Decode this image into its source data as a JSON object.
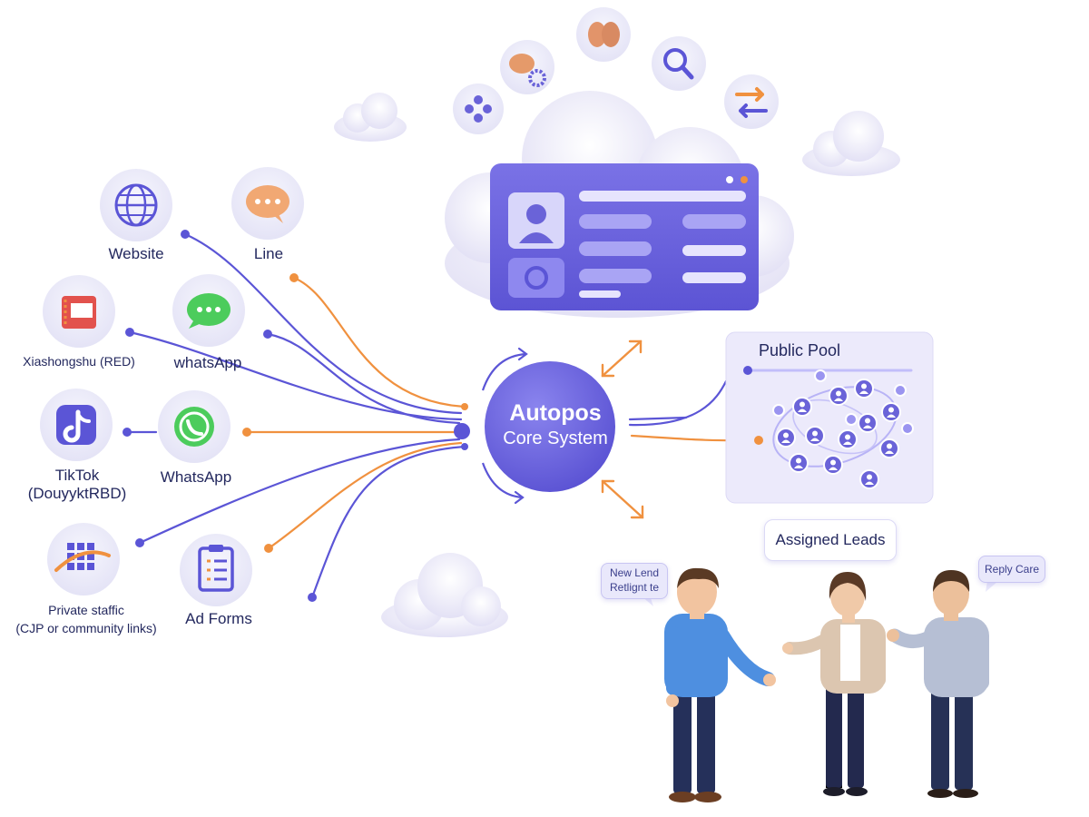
{
  "sources": [
    {
      "label": "Website"
    },
    {
      "label": "Line"
    },
    {
      "label": "Xiashongshu (RED)"
    },
    {
      "label": "whatsApp"
    },
    {
      "label": "TikTok"
    },
    {
      "label": "(DouyyktRBD)"
    },
    {
      "label": "WhatsApp"
    },
    {
      "label": "Private staffic"
    },
    {
      "label": "(CJP or community links)"
    },
    {
      "label": "Ad Forms"
    }
  ],
  "core": {
    "title": "Autopos",
    "subtitle": "Core System"
  },
  "pool": {
    "title": "Public Pool"
  },
  "assigned": {
    "label": "Assigned Leads"
  },
  "bubbles": {
    "left_line1": "New Lend",
    "left_line2": "Retlignt te",
    "right": "Reply Care"
  },
  "colors": {
    "primary": "#6a63d8",
    "line_blue": "#5b55d6",
    "line_orange": "#f0913f",
    "cloud": "#eceaf8"
  },
  "icons": [
    "globe-icon",
    "chat-bubble-icon",
    "notebook-icon",
    "message-icon",
    "tiktok-icon",
    "whatsapp-phone-icon",
    "grid-shuffle-icon",
    "clipboard-icon",
    "gamepad-icon",
    "brain-gear-icon",
    "brain-icon",
    "search-icon",
    "swap-arrows-icon",
    "user-profile-icon"
  ]
}
